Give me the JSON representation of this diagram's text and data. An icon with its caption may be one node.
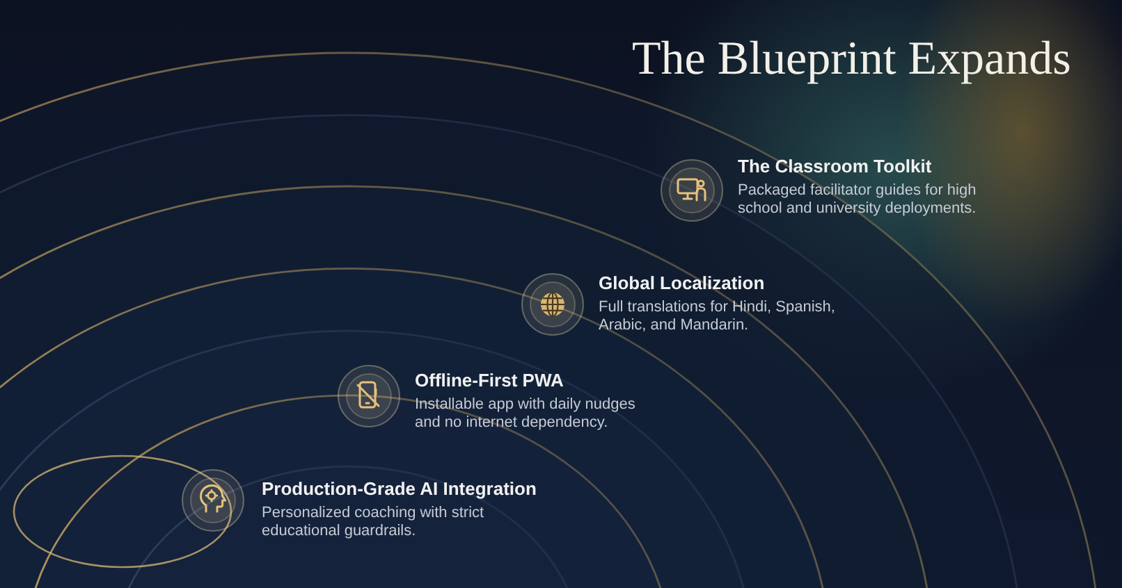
{
  "diagram": {
    "title": "The Blueprint Expands",
    "nodes": [
      {
        "text": [
          "Production-Grade AI Integration",
          "Personalized coaching with strict educational guardrails."
        ]
      },
      {
        "text": [
          "Offline-First PWA",
          "Installable app with daily nudges and no internet dependency."
        ]
      },
      {
        "text": [
          "Global Localization",
          "Full translations for Hindi, Spanish, Arabic, and Mandarin."
        ]
      },
      {
        "text": [
          "The Classroom Toolkit",
          "Packaged facilitator guides for high school and university deployments."
        ]
      }
    ]
  }
}
